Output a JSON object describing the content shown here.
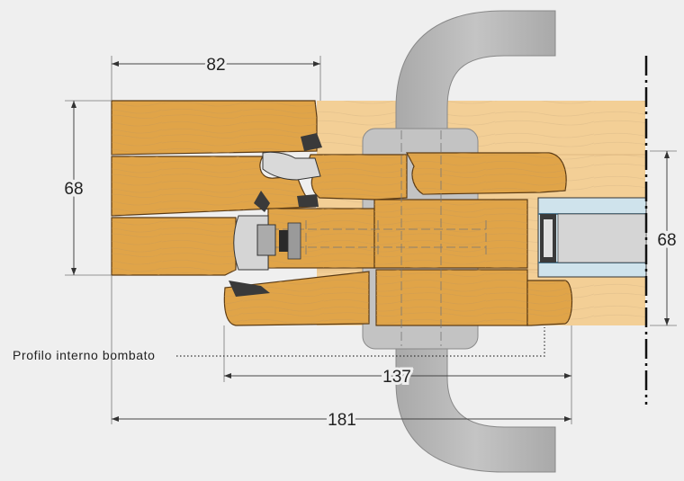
{
  "dimensions": {
    "top_width": "82",
    "left_height": "68",
    "right_height": "68",
    "inner_width": "137",
    "total_width": "181"
  },
  "callouts": {
    "profile_label": "Profilo interno bombato"
  },
  "colors": {
    "background": "#efefef",
    "wood_dark": "#e0a448",
    "wood_light": "#f3cf96",
    "handle": "#b9b9b9",
    "glass": "#cfe3ec",
    "gasket": "#3a3a3a"
  },
  "icons": {
    "wall_edge": "dash-dot-line"
  }
}
